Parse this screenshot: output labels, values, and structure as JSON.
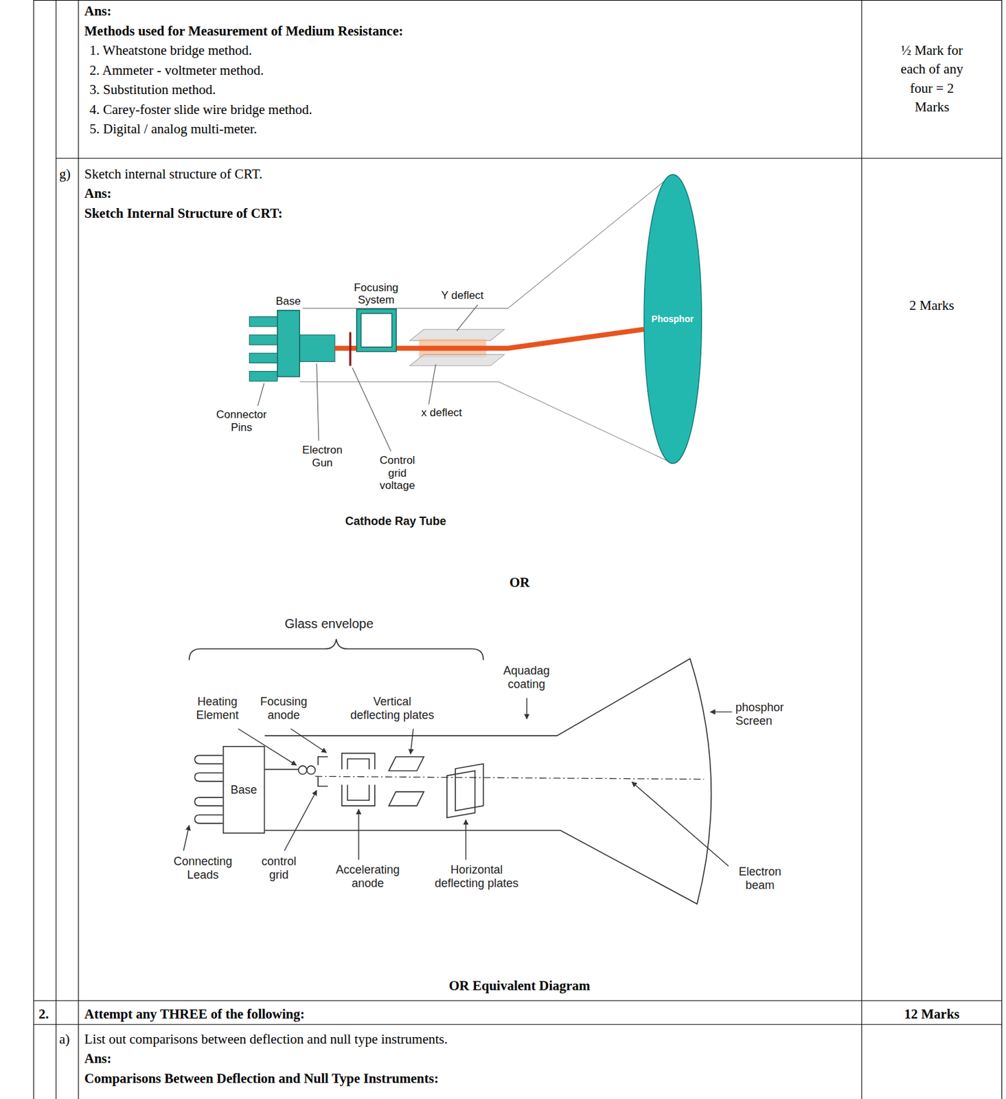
{
  "diagram": {
    "nodes": [
      {
        "text": [
          "Base"
        ]
      },
      {
        "text": [
          "Focusing System"
        ]
      },
      {
        "text": [
          "Phosphor"
        ]
      },
      {
        "text": [
          "Base"
        ]
      }
    ],
    "labels": [
      "Ans:",
      "Methods used for Measurement of Medium Resistance:",
      "1. Wheatstone bridge method.",
      "2. Ammeter - voltmeter method.",
      "3. Substitution method.",
      "4. Carey-foster slide wire bridge method.",
      "5. Digital / analog multi-meter.",
      "½ Mark for each of any four = 2 Marks",
      "g)",
      "Sketch internal structure of CRT.",
      "Ans:",
      "Sketch Internal Structure of CRT:",
      "2 Marks",
      "Y deflect",
      "x deflect",
      "Connector Pins",
      "Electron Gun",
      "Control grid voltage",
      "Cathode Ray Tube",
      "OR",
      "Glass envelope",
      "Aquadag coating",
      "Heating Element",
      "Focusing anode",
      "Vertical deflecting plates",
      "phosphor Screen",
      "Connecting Leads",
      "control grid",
      "Accelerating anode",
      "Horizontal deflecting plates",
      "Electron beam",
      "OR Equivalent Diagram",
      "2.",
      "Attempt any THREE of the following:",
      "12 Marks",
      "a)",
      "List out comparisons between deflection and null type instruments.",
      "Ans:",
      "Comparisons Between Deflection and Null Type Instruments:"
    ]
  }
}
